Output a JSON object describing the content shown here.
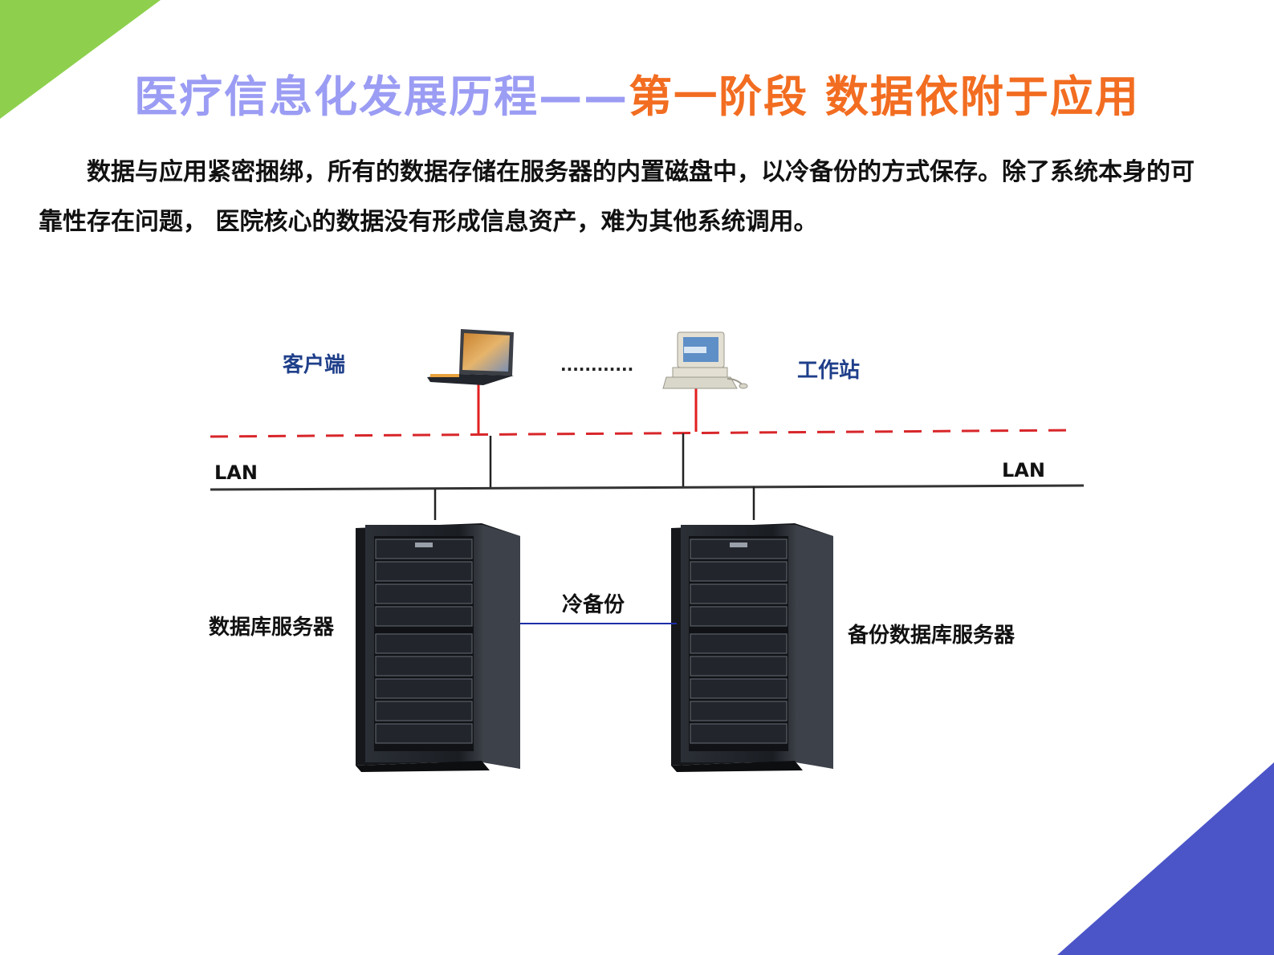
{
  "slide": {
    "title_part1": "医疗信息化发展历程——",
    "title_part2": "第一阶段  数据依附于应用",
    "paragraph": "数据与应用紧密捆绑，所有的数据存储在服务器的内置磁盘中，以冷备份的方式保存。除了系统本身的可靠性存在问题，  医院核心的数据没有形成信息资产，难为其他系统调用。"
  },
  "diagram": {
    "client_label": "客户端",
    "workstation_label": "工作站",
    "ellipsis": "............",
    "lan_left": "LAN",
    "lan_right": "LAN",
    "cold_backup_label": "冷备份",
    "db_server_label": "数据库服务器",
    "backup_db_server_label": "备份数据库服务器"
  },
  "colors": {
    "corner_top_left": "#8ed04d",
    "corner_bottom_right": "#4b55c8",
    "title_gray_blue": "#9b9cf3",
    "title_orange": "#f26d21",
    "dashed_network": "#d8262a",
    "client_drop": "#e0201f",
    "label_blue": "#1f3f8a",
    "backup_link": "#1c2fa8"
  }
}
